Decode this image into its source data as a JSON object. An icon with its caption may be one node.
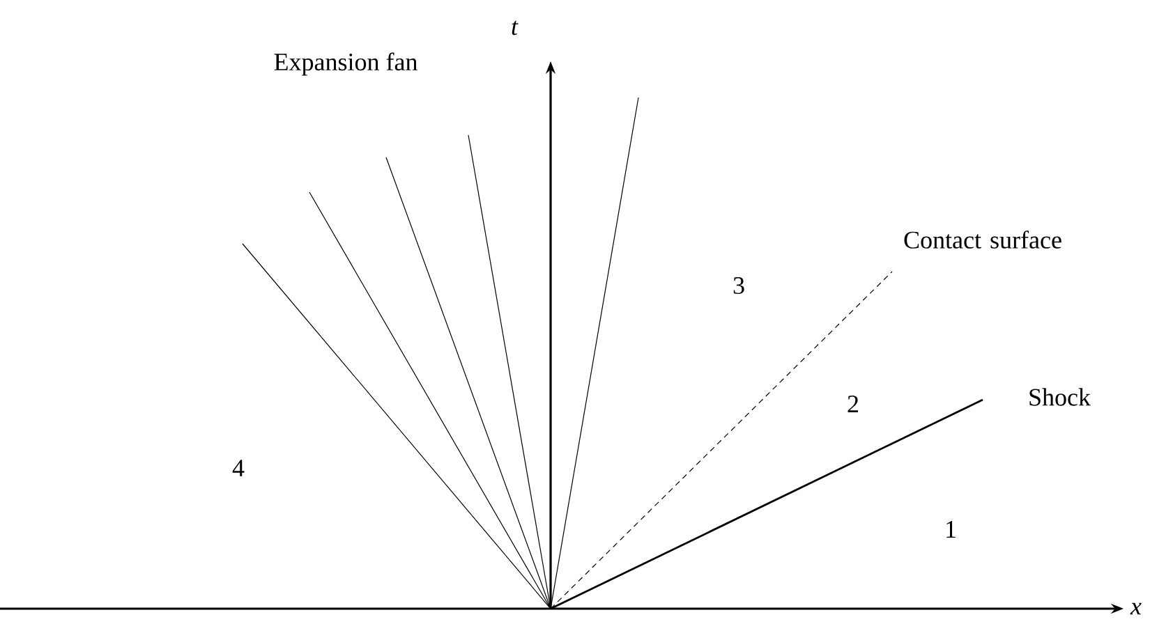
{
  "diagram": {
    "labels": [
      "t",
      "Expansion fan",
      "Contact surface",
      "3",
      "2",
      "Shock",
      "4",
      "1",
      "x"
    ]
  }
}
